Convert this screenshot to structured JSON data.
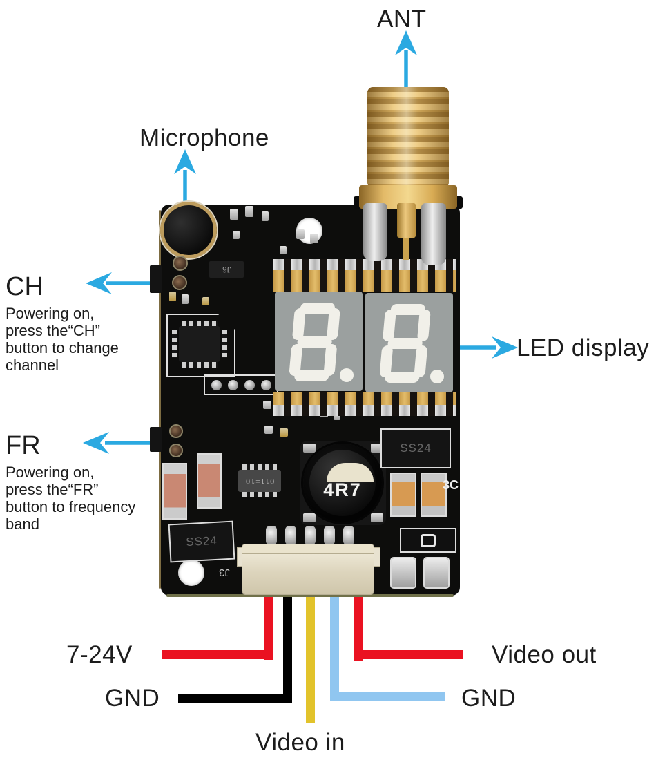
{
  "annotations": {
    "ant": "ANT",
    "microphone": "Microphone",
    "ch": {
      "title": "CH",
      "description": "Powering on,\npress the“CH”\nbutton to change\nchannel"
    },
    "fr": {
      "title": "FR",
      "description": "Powering on,\npress the“FR”\nbutton to frequency\nband"
    },
    "led_display": "LED display"
  },
  "pinout": {
    "power": "7-24V",
    "ground_left": "GND",
    "video_in": "Video in",
    "ground_right": "GND",
    "video_out": "Video out"
  },
  "board": {
    "led_display_value": "8.8.",
    "silkscreen": {
      "inductor": "4R7",
      "diode_right": "SS24",
      "diode_bottom_left": "SS24",
      "transistor": "J6",
      "regulator_ic": "011=10",
      "mark_3c": "3C",
      "mark_j3": "J3"
    }
  },
  "colors": {
    "arrow_blue": "#2BA9E1",
    "wire_red": "#EA1221",
    "wire_black": "#000000",
    "wire_yellow": "#E2C32B",
    "wire_light_blue": "#90C6F0",
    "board_black": "#0D0D0C",
    "display_gray": "#9BA09F",
    "antenna_gold": "#D9B161"
  }
}
